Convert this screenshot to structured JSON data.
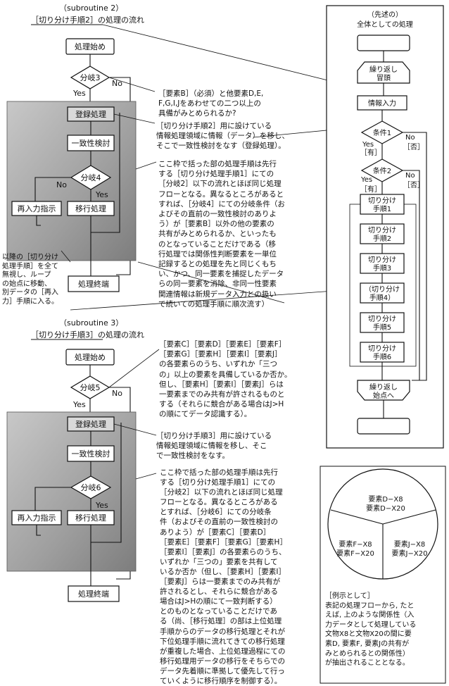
{
  "sub2": {
    "heading": "（subroutine 2）",
    "title": "［切り分け手順2］の処理の流れ",
    "start": "処理始め",
    "branch3": "分岐3",
    "yes": "Yes",
    "no": "No",
    "register": "登録処理",
    "consistency": "一致性検討",
    "branch4": "分岐4",
    "reinput": "再入力指示",
    "migrate": "移行処理",
    "end": "処理終端",
    "note1": "［要素B］（必須）と他要素D,E,\nF,G,I,Jをあわせての二つ以上の\n具備がみとめられるか?",
    "note2": "［切り分け手順2］用に設けている\n情報処理領域に情報（データ）を移し、\nそこで一致性検討をなす（登録処理）。",
    "note3": "ここ枠で括った部の処理手順は先行\nする［切り分け処理手順1］にての\n［分岐2］以下の流れとほぼ同じ処理\nフローとなる。異なるところがあると\nすれば、［分岐4］にての分岐条件（お\nよびその直前の一致性検討のありよ\nう）が［要素B］以外の他の要素の\n共有がみとめられるか、といったも\nのとなっていることだけである（移\n行処理では関係性判断要素を一単位\n記録するとの処理を先と同じくもち\nい、かつ、同一要素を捕捉したデータ\nらの同一要素を消除、非同一性要素\n関連情報は新規データ入力との扱い\nで続いての処理手順に順次流す）",
    "note4": "以降の［切り分け\n処理手順］を全て\n無視し、ループ\nの始点に移動、\n別データの［再入\n力］手順に入る。"
  },
  "sub3": {
    "heading": "（subroutine 3）",
    "title": "［切り分け手順3］の処理の流れ",
    "start": "処理始め",
    "branch5": "分岐5",
    "yes": "Yes",
    "no": "No",
    "register": "登録処理",
    "consistency": "一致性検討",
    "branch6": "分岐6",
    "reinput": "再入力指示",
    "migrate": "移行処理",
    "end": "処理終端",
    "note1": "［要素C］［要素D］［要素E］［要素F］\n［要素G］［要素H］［要素I］［要素J］\nの各要素らのうち、いずれか「三つ\nの」以上の要素を具備しているか否か。\n但し、［要素H］［要素I］［要素J］らは\n一要素までのみ共有が許されるものと\nする（それらに競合がある場合はJ>H\nの順にてデータ認識する）。",
    "note2": "［切り分け手順3］用に設けている\n情報処理領域に情報を移し、そこ\nで一致性検討をなす。",
    "note3": "ここ枠で括った部の処理手順は先行\nする［切り分け処理手順1］にての\n［分岐2］以下の流れとほぼ同じ処理\nフローとなる。異なるところがある\nとすれば、［分岐6］にての分岐条\n件（およびその直前の一致性検討の\nありよう）が［要素C］［要素D］\n［要素E］［要素F］［要素G］［要素H］\n［要素I］［要素J］の各要素らのうち、\nいずれか「三つの」要素を共有して\nいるか否か（但し、［要素H］［要素I］\n［要素J］らは一要素までのみ共有が\n許されるとし、それらに競合がある\n場合はJ>Hの順にて一致判断する）\nとのものとなっていることだけであ\nる（尚、［移行処理］の部は上位処理\n手順からのデータの移行処理とそれが\n下位処理手順に流れてきての移行処理\nが重複した場合、上位処理過程にての\n移行処理用データの移行をそちらでの\nデータ先着順に準拠して優先して行っ\nていくように移行順序を制御する）。"
  },
  "overall": {
    "title": "（先述の）\n全体としての処理",
    "loop_head": "繰り返し\n冒頭",
    "info_input": "情報入力",
    "cond1": "条件1",
    "cond2": "条件2",
    "yes": "Yes",
    "no": "No",
    "has": "［有］",
    "none": "［否］",
    "step1": "切り分け\n手順1",
    "step2": "切り分け\n手順2",
    "step3": "切り分け\n手順3",
    "step4": "（切り分け\n手順4）",
    "step5": "切り分け\n手順5",
    "step6": "切り分け\n手順6",
    "loop_end": "繰り返し\n始点へ"
  },
  "example": {
    "seg_top": "要素D−X8\n要素D−X20",
    "seg_left": "要素F−X8\n要素F−X20",
    "seg_right": "要素J−X8\n要素J−X20",
    "caption": "［例示として］\n表記の処理フローから, たと\nえば, 上のような関係性（入\n力データとして処理している\n文物X8と文物X20の間に要\n素D, 要素F, 要素Jの共有が\nみとめられるとの関係性）\nが抽出されることとなる。"
  }
}
